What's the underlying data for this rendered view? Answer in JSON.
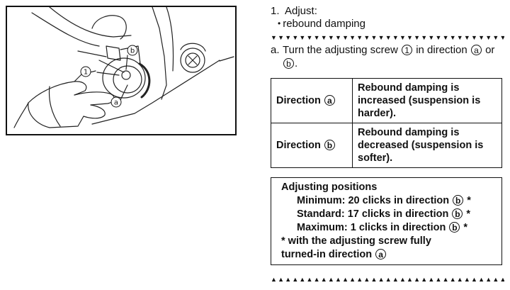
{
  "figure": {
    "label_1": "1",
    "label_a": "a",
    "label_b": "b"
  },
  "step": {
    "number": "1.",
    "title": "Adjust:",
    "bullet": "•",
    "item": "rebound damping"
  },
  "divider_glyphs": "▼▼▼▼▼▼▼▼▼▼▼▼▼▼▼▼▼▼▼▼▼▼▼▼▼▼▼▼▼▼▼▼▼▼▼▼▼▼▼▼▼▼▼▼▼▼▼▼▼▼▼▼",
  "end_glyphs": "▲▲▲▲▲▲▲▲▲▲▲▲▲▲▲▲▲▲▲▲▲▲▲▲▲▲▲▲▲▲▲▲▲▲▲▲▲▲▲▲▲▲▲▲▲▲▲▲▲▲▲▲",
  "instruction": {
    "marker": "a.",
    "text1": "Turn the adjusting screw",
    "screw_num": "1",
    "text2": "in direction",
    "dir_a": "a",
    "text3": "or",
    "dir_b": "b",
    "text4": "."
  },
  "table": {
    "rows": [
      {
        "key": "Direction",
        "symbol": "a",
        "value": "Rebound damping is increased (suspension is harder)."
      },
      {
        "key": "Direction",
        "symbol": "b",
        "value": "Rebound damping is decreased (suspension is softer)."
      }
    ]
  },
  "positions": {
    "heading": "Adjusting positions",
    "min_text": "Minimum: 20 clicks in direction",
    "min_dir": "b",
    "std_text": "Standard: 17 clicks in direction",
    "std_dir": "b",
    "max_text": "Maximum: 1 clicks in direction",
    "max_dir": "b",
    "asterisk": "*",
    "note1": "* with the adjusting screw fully",
    "note2": "turned-in direction",
    "note_dir": "a"
  }
}
